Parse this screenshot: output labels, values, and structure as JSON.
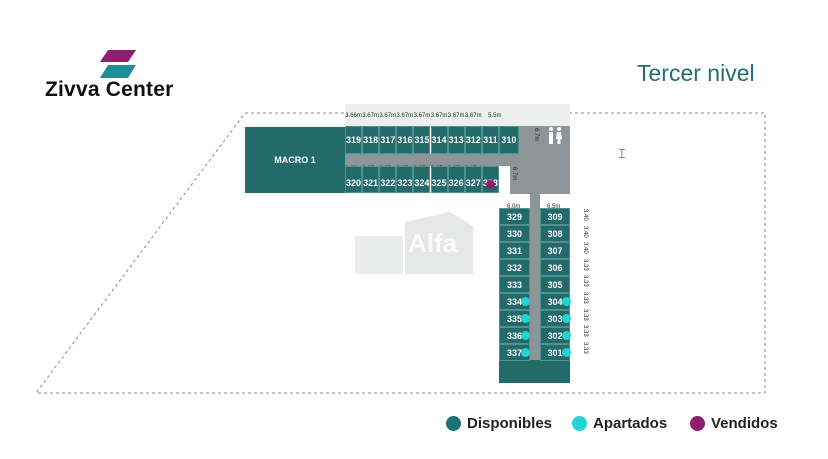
{
  "brand": {
    "name": "Zivva Center",
    "colors": {
      "mark_top": "#8e1f6f",
      "mark_bottom": "#1f8f96"
    }
  },
  "page_title": "Tercer nivel",
  "watermark": "Alfa",
  "colors": {
    "disponible": "#226b6a",
    "apartado": "#25d3d6",
    "vendido": "#8e1f6f",
    "corridor": "#8e9596"
  },
  "legend": [
    {
      "label": "Disponibles",
      "color": "#1f6f76"
    },
    {
      "label": "Apartados",
      "color": "#25d3d6"
    },
    {
      "label": "Vendidos",
      "color": "#8e1f6f"
    }
  ],
  "macro": {
    "label": "MACRO 1"
  },
  "top_dims": [
    "3.66m",
    "3.67m",
    "3.67m",
    "3.67m",
    "3.67m",
    "3.67m",
    "3.67m",
    "3.67m",
    "5.5m"
  ],
  "top_row": [
    "319",
    "318",
    "317",
    "316",
    "315",
    "314",
    "313",
    "312",
    "311",
    "310"
  ],
  "mid_dims": [
    "3.68m",
    "3.67m",
    "3.67m",
    "3.67m",
    "3.67m",
    "3.67m",
    "3.67m",
    "3.67m"
  ],
  "mid_row": [
    "320",
    "321",
    "322",
    "323",
    "324",
    "325",
    "326",
    "327",
    "328"
  ],
  "left_col_dim": "6.0m",
  "left_col": [
    "329",
    "330",
    "331",
    "332",
    "333",
    "334",
    "335",
    "336",
    "337"
  ],
  "right_col_dim": "6.5m",
  "right_col": [
    "309",
    "308",
    "307",
    "306",
    "305",
    "304",
    "303",
    "302",
    "301"
  ],
  "side_dims": [
    "3.40",
    "3.40",
    "3.40",
    "3.33",
    "3.33",
    "3.33",
    "3.33",
    "3.33",
    "3.33"
  ],
  "corridor_dims": [
    "6.7m",
    "6.7m"
  ],
  "apartados": [
    "334",
    "335",
    "336",
    "337",
    "304",
    "303",
    "302",
    "301"
  ],
  "vendidos": [
    "328"
  ]
}
